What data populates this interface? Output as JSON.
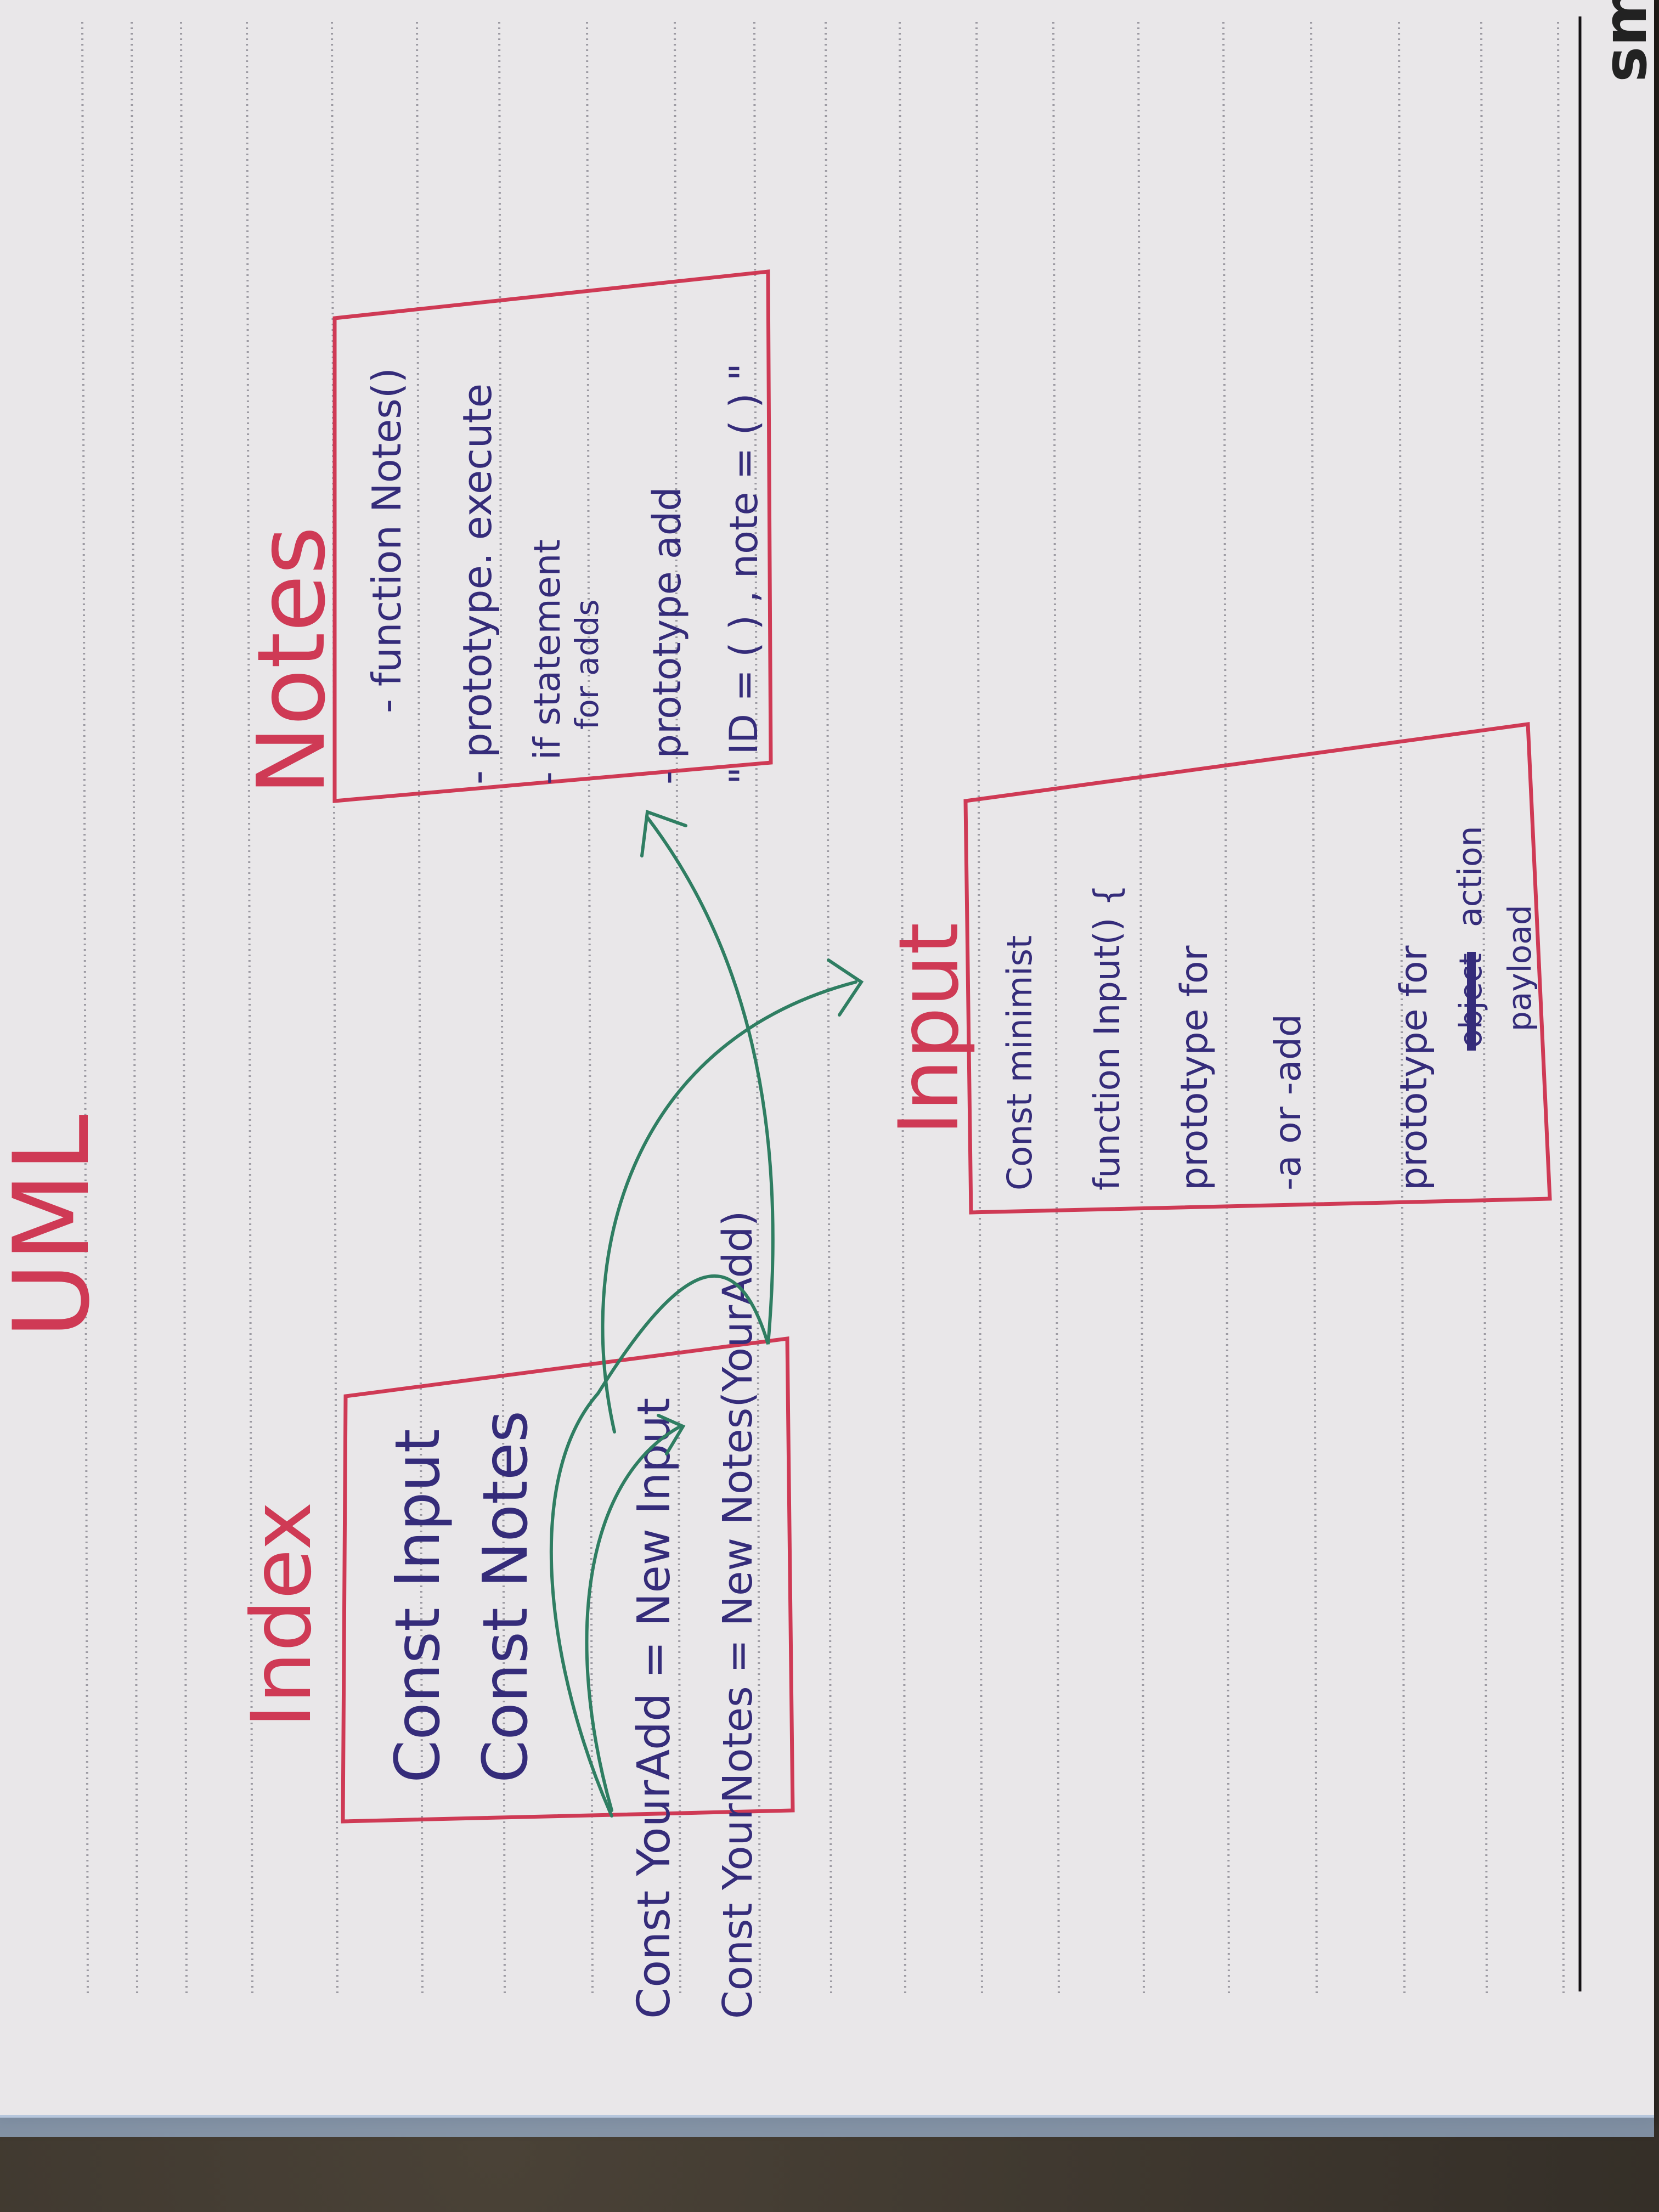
{
  "page": {
    "title": "UML",
    "brand": "sm"
  },
  "colors": {
    "paper": "#e9e7e9",
    "rule": "#9c9aa2",
    "red_ink": "#cf3a55",
    "blue_ink": "#352c7a",
    "green_ink": "#2f7e62"
  },
  "boxes": {
    "index": {
      "title": "Index",
      "lines": [
        "Const Input",
        "Const Notes"
      ]
    },
    "notes": {
      "title": "Notes",
      "lines": [
        "- function Notes()",
        "- prototype. execute",
        "- if statement",
        "for adds",
        "- prototype add",
        "\" ID = ( ) , note = ( ) \""
      ]
    },
    "input": {
      "title": "Input",
      "lines": [
        "Const minimist",
        "function Input() {",
        "prototype for",
        "-a or -add",
        "prototype for",
        "object",
        "action",
        "payload"
      ]
    }
  },
  "index_outside_lines": [
    "Const YourAdd = New Input",
    "Const YourNotes = New Notes(YourAdd)"
  ],
  "arrows": [
    {
      "from": "index",
      "to": "notes",
      "ink": "green"
    },
    {
      "from": "index",
      "to": "input",
      "ink": "green"
    }
  ]
}
